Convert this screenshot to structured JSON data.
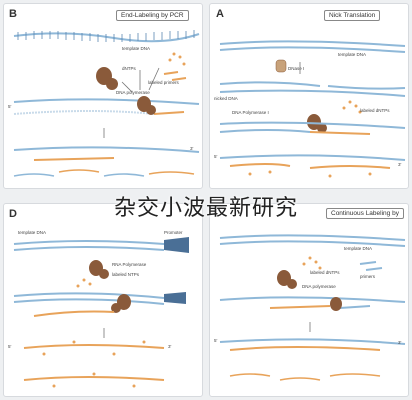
{
  "colors": {
    "dna_blue": "#8fb8d8",
    "dna_dark": "#5a87b3",
    "label_orange": "#e8a35a",
    "enzyme_brown": "#8a5a3a",
    "arrow_gray": "#777777"
  },
  "panels": [
    {
      "id": "B",
      "letter": "B",
      "title": "End-Labeling by PCR",
      "labels": {
        "template": "template DNA",
        "primers": "labeled primers",
        "dntps": "dNTPs",
        "polymerase": "DNA polymerase",
        "end5": "5'",
        "end3": "3'"
      }
    },
    {
      "id": "A",
      "letter": "A",
      "title": "Nick Translation",
      "labels": {
        "template": "template DNA",
        "dnase": "DNase I",
        "nicked": "nicked DNA",
        "dntps": "labeled dNTPs",
        "polymerase": "DNA Polymerase I",
        "end5": "5'",
        "end3": "3'"
      }
    },
    {
      "id": "D",
      "letter": "D",
      "title": "",
      "labels": {
        "template": "template DNA",
        "promoter": "Promoter",
        "rna_pol": "RNA Polymerase",
        "ntps": "labeled NTPs",
        "end5": "5'",
        "end3": "3'"
      }
    },
    {
      "id": "C",
      "letter": "",
      "title": "Continuous Labeling by",
      "labels": {
        "template": "template DNA",
        "dntps": "labeled dNTPs",
        "primers": "primers",
        "polymerase": "DNA polymerase",
        "end5": "5'",
        "end3": "3'"
      }
    }
  ],
  "watermark": "杂交小波最新研究"
}
